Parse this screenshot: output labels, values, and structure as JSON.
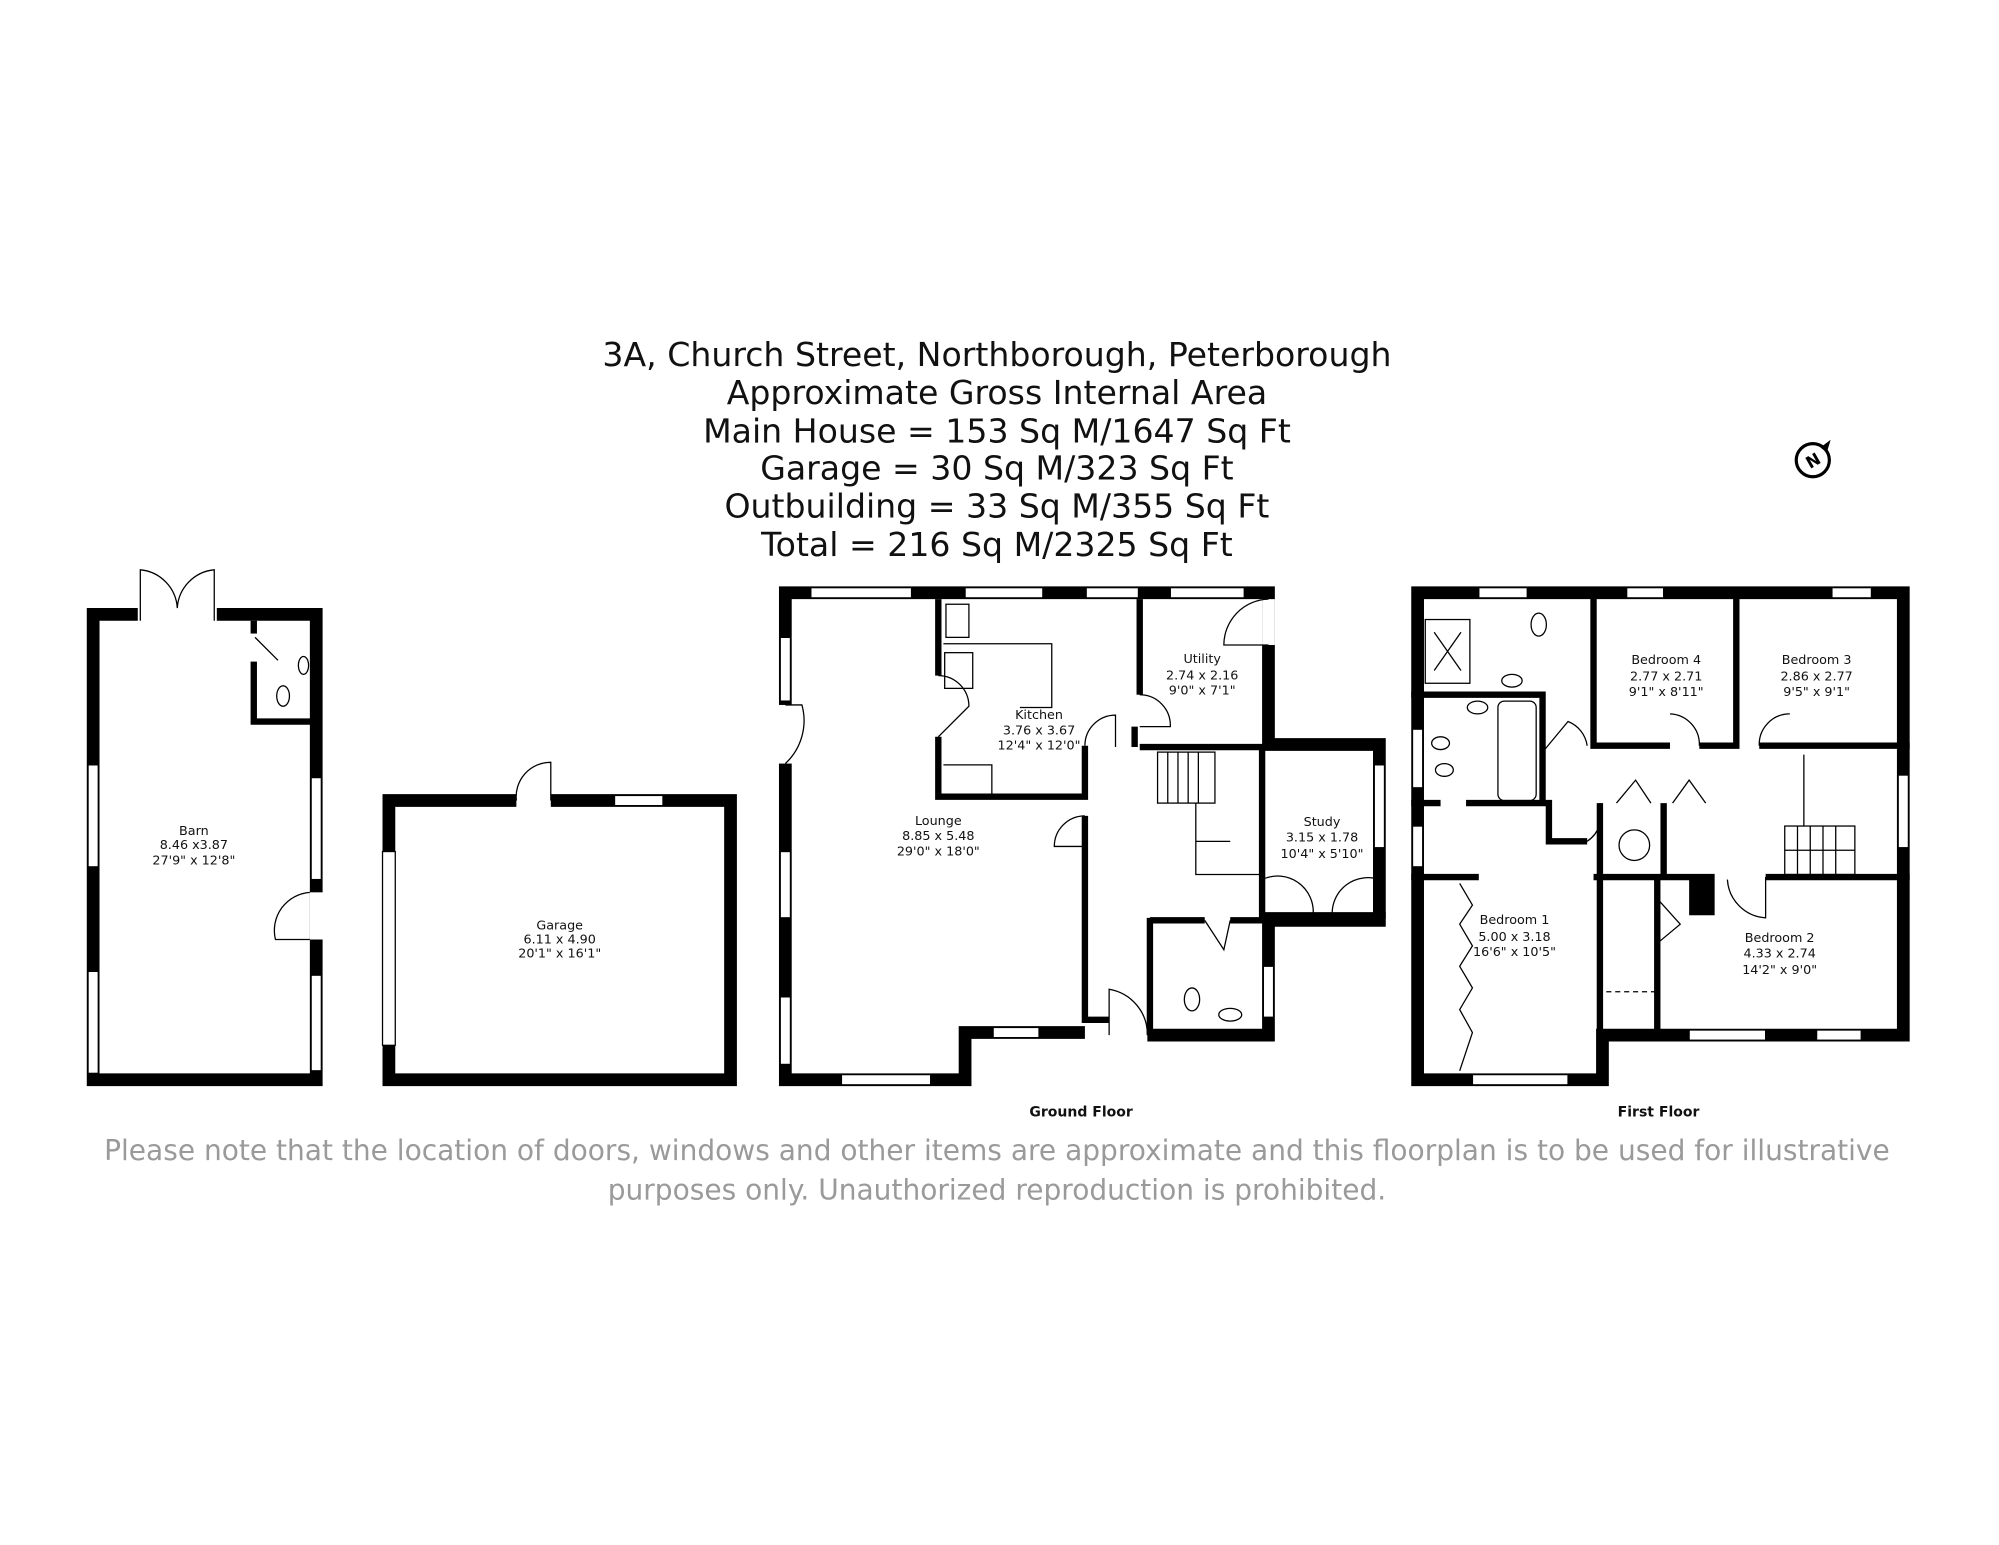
{
  "header": {
    "address": "3A, Church Street, Northborough, Peterborough",
    "subtitle": "Approximate Gross Internal Area",
    "main_house": "Main House = 153 Sq M/1647 Sq Ft",
    "garage": "Garage = 30 Sq M/323 Sq Ft",
    "outbuilding": "Outbuilding = 33 Sq M/355 Sq Ft",
    "total": "Total = 216 Sq M/2325 Sq Ft"
  },
  "compass": {
    "icon": "north-arrow-icon",
    "letter": "N"
  },
  "rooms": {
    "barn": {
      "name": "Barn",
      "metric": "8.46 x3.87",
      "imperial": "27'9\" x 12'8\""
    },
    "garage": {
      "name": "Garage",
      "metric": "6.11 x 4.90",
      "imperial": "20'1\" x 16'1\""
    },
    "lounge": {
      "name": "Lounge",
      "metric": "8.85 x 5.48",
      "imperial": "29'0\" x 18'0\""
    },
    "kitchen": {
      "name": "Kitchen",
      "metric": "3.76 x 3.67",
      "imperial": "12'4\" x 12'0\""
    },
    "utility": {
      "name": "Utility",
      "metric": "2.74 x 2.16",
      "imperial": "9'0\" x 7'1\""
    },
    "study": {
      "name": "Study",
      "metric": "3.15 x 1.78",
      "imperial": "10'4\" x 5'10\""
    },
    "bedroom4": {
      "name": "Bedroom 4",
      "metric": "2.77 x 2.71",
      "imperial": "9'1\" x 8'11\""
    },
    "bedroom3": {
      "name": "Bedroom 3",
      "metric": "2.86 x 2.77",
      "imperial": "9'5\" x 9'1\""
    },
    "bedroom1": {
      "name": "Bedroom 1",
      "metric": "5.00 x 3.18",
      "imperial": "16'6\" x 10'5\""
    },
    "bedroom2": {
      "name": "Bedroom 2",
      "metric": "4.33 x 2.74",
      "imperial": "14'2\" x 9'0\""
    }
  },
  "floors": {
    "ground": "Ground Floor",
    "first": "First Floor"
  },
  "disclaimer": {
    "line1": "Please note that the location of doors, windows and other items are approximate and this floorplan is to be used for illustrative",
    "line2": "purposes only. Unauthorized reproduction is prohibited."
  }
}
